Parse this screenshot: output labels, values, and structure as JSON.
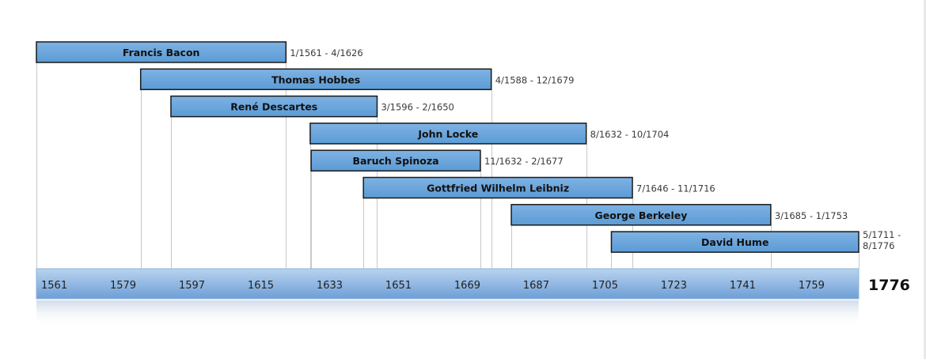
{
  "chart_data": {
    "type": "timeline",
    "x_unit": "year",
    "xlim": [
      1561,
      1776
    ],
    "axis_ticks": [
      {
        "value": 1561,
        "label": "1561"
      },
      {
        "value": 1579,
        "label": "1579"
      },
      {
        "value": 1597,
        "label": "1597"
      },
      {
        "value": 1615,
        "label": "1615"
      },
      {
        "value": 1633,
        "label": "1633"
      },
      {
        "value": 1651,
        "label": "1651"
      },
      {
        "value": 1669,
        "label": "1669"
      },
      {
        "value": 1687,
        "label": "1687"
      },
      {
        "value": 1705,
        "label": "1705"
      },
      {
        "value": 1723,
        "label": "1723"
      },
      {
        "value": 1741,
        "label": "1741"
      },
      {
        "value": 1759,
        "label": "1759"
      }
    ],
    "end_label": "1776",
    "entries": [
      {
        "name": "Francis Bacon",
        "start": 1561.0,
        "end": 1626.25,
        "dates": "1/1561 - 4/1626"
      },
      {
        "name": "Thomas Hobbes",
        "start": 1588.25,
        "end": 1679.92,
        "dates": "4/1588 - 12/1679"
      },
      {
        "name": "René Descartes",
        "start": 1596.17,
        "end": 1650.08,
        "dates": "3/1596 - 2/1650"
      },
      {
        "name": "John Locke",
        "start": 1632.58,
        "end": 1704.75,
        "dates": "8/1632 - 10/1704"
      },
      {
        "name": "Baruch Spinoza",
        "start": 1632.83,
        "end": 1677.08,
        "dates": "11/1632 - 2/1677"
      },
      {
        "name": "Gottfried Wilhelm Leibniz",
        "start": 1646.5,
        "end": 1716.83,
        "dates": "7/1646 - 11/1716"
      },
      {
        "name": "George Berkeley",
        "start": 1685.17,
        "end": 1753.0,
        "dates": "3/1685 - 1/1753"
      },
      {
        "name": "David Hume",
        "start": 1711.33,
        "end": 1776.0,
        "dates": "5/1711 - 8/1776"
      }
    ],
    "colors": {
      "bar_fill": "#5b9bd5",
      "bar_fill_light": "#7fb2e3",
      "bar_stroke": "#1a1a1a",
      "axis_fill_top": "#b9d3ef",
      "axis_fill_bottom": "#6d9ed6",
      "guide_line": "#c8c8c8",
      "text": "#222222",
      "date_text": "#3a3a3a"
    }
  }
}
